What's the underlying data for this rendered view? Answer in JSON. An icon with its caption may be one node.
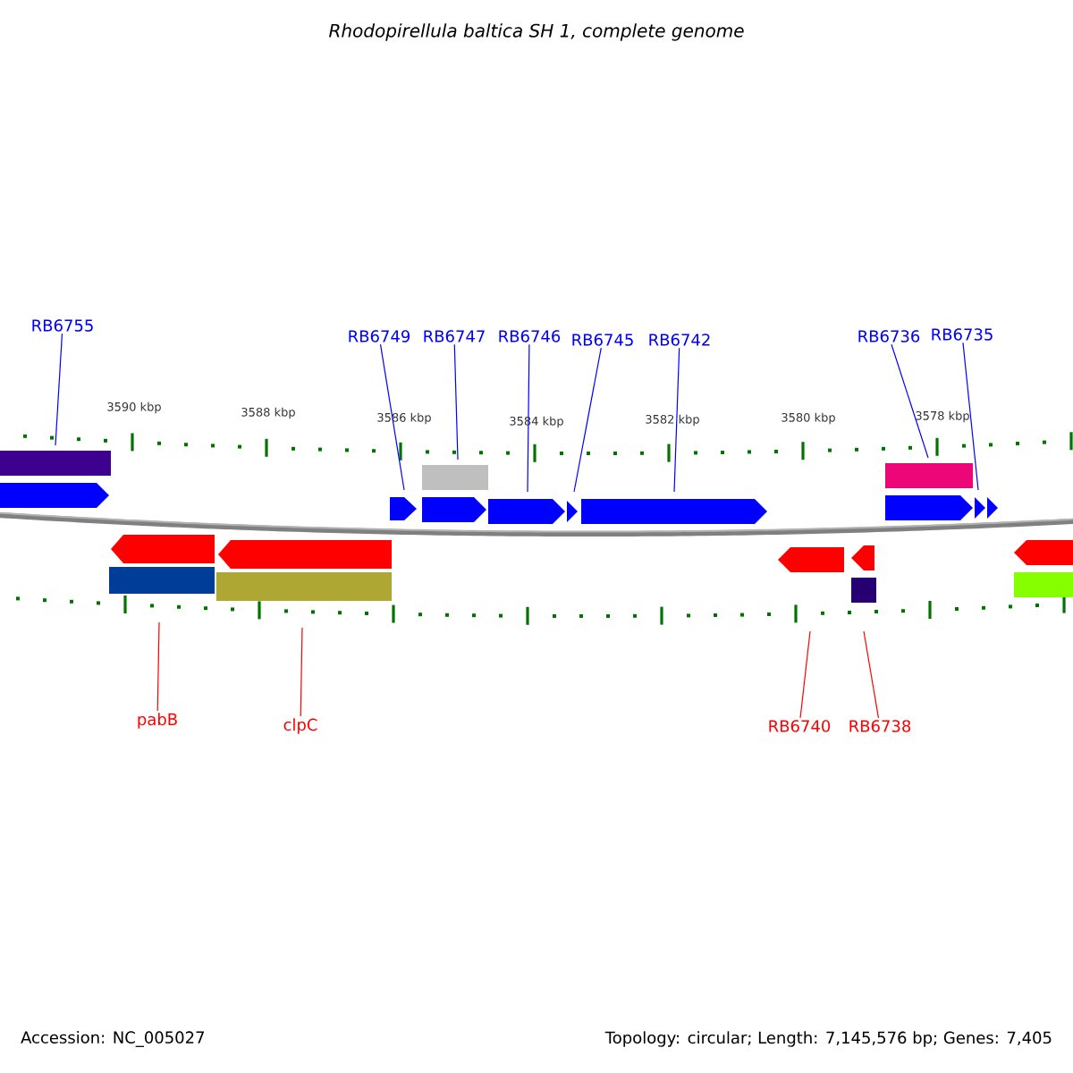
{
  "diagram": {
    "title": "Rhodopirellula baltica SH 1, complete genome",
    "nodes": [
      {
        "text": [
          "RB6755"
        ]
      },
      {
        "text": [
          "RB6749"
        ]
      },
      {
        "text": [
          "RB6747"
        ]
      },
      {
        "text": [
          "RB6746"
        ]
      },
      {
        "text": [
          "RB6745"
        ]
      },
      {
        "text": [
          "RB6742"
        ]
      },
      {
        "text": [
          "RB6736"
        ]
      },
      {
        "text": [
          "RB6735"
        ]
      },
      {
        "text": [
          "pabB"
        ]
      },
      {
        "text": [
          "clpC"
        ]
      },
      {
        "text": [
          "RB6740"
        ]
      },
      {
        "text": [
          "RB6738"
        ]
      }
    ],
    "edges": [
      {
        "from": 0,
        "to": null,
        "arrow": "none"
      },
      {
        "from": 1,
        "to": null,
        "arrow": "none"
      },
      {
        "from": 2,
        "to": null,
        "arrow": "none"
      },
      {
        "from": 3,
        "to": null,
        "arrow": "none"
      },
      {
        "from": 4,
        "to": null,
        "arrow": "none"
      },
      {
        "from": 5,
        "to": null,
        "arrow": "none"
      },
      {
        "from": 6,
        "to": null,
        "arrow": "none"
      },
      {
        "from": 7,
        "to": null,
        "arrow": "none"
      },
      {
        "from": 8,
        "to": null,
        "arrow": "none",
        "color": "#ff0000"
      },
      {
        "from": 9,
        "to": null,
        "arrow": "none",
        "color": "#ff0000"
      },
      {
        "from": 10,
        "to": null,
        "arrow": "none",
        "color": "#ff0000"
      },
      {
        "from": 11,
        "to": null,
        "arrow": "none",
        "color": "#ff0000"
      }
    ],
    "labels": [
      "3590 kbp",
      "3588 kbp",
      "3586 kbp",
      "3584 kbp",
      "3582 kbp",
      "3580 kbp",
      "3578 kbp",
      "Accession: NC_005027",
      "Topology: circular; Length: 7,145,576 bp; Genes: 7,405"
    ]
  }
}
